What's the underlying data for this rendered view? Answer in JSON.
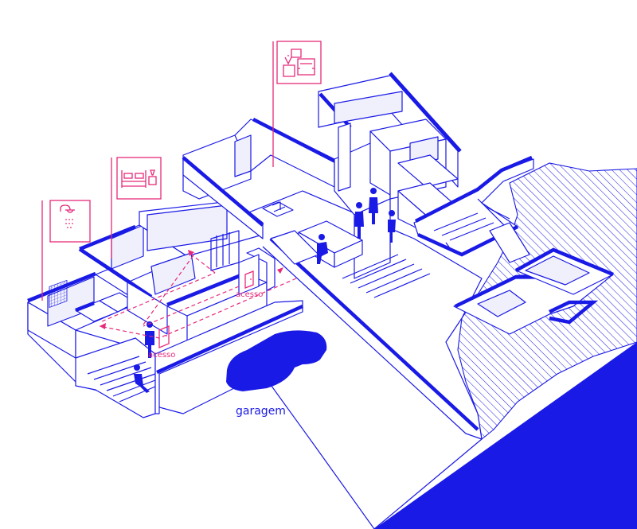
{
  "labels": {
    "access_upper": "acesso",
    "access_lower": "acesso",
    "garage": "garagem"
  },
  "icons": [
    "shower-icon",
    "bed-icon",
    "living-room-icon"
  ],
  "colors": {
    "line": "#1a1ae6",
    "accent": "#e6297a",
    "background": "#ffffff"
  }
}
